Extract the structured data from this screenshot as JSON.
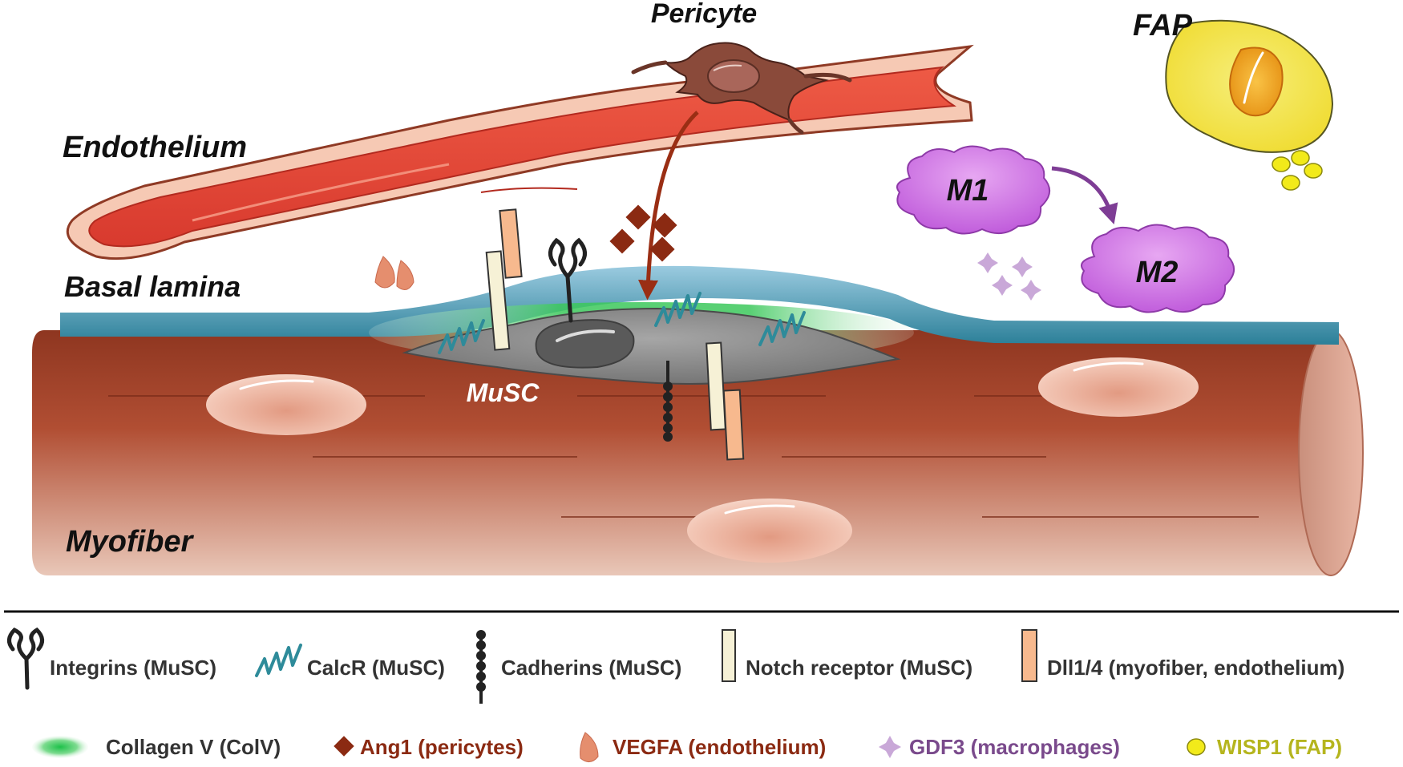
{
  "labels": {
    "pericyte": "Pericyte",
    "fap": "FAP",
    "endothelium": "Endothelium",
    "basal_lamina": "Basal lamina",
    "musc": "MuSC",
    "myofiber": "Myofiber",
    "m1": "M1",
    "m2": "M2"
  },
  "legend": {
    "row1": [
      {
        "icon": "integrin-icon",
        "text": "Integrins (MuSC)"
      },
      {
        "icon": "calcr-icon",
        "text": "CalcR (MuSC)"
      },
      {
        "icon": "cadherin-icon",
        "text": "Cadherins (MuSC)"
      },
      {
        "icon": "notch-receptor-icon",
        "text": "Notch receptor (MuSC)"
      },
      {
        "icon": "dll-icon",
        "text": "Dll1/4 (myofiber, endothelium)"
      }
    ],
    "row2": [
      {
        "icon": "collagen-v-icon",
        "text": "Collagen V (ColV)",
        "color": "#333333"
      },
      {
        "icon": "ang1-icon",
        "text": "Ang1 (pericytes)",
        "color": "#8B2A12"
      },
      {
        "icon": "vegfa-icon",
        "text": "VEGFA (endothelium)",
        "color": "#8B2A12"
      },
      {
        "icon": "gdf3-icon",
        "text": "GDF3 (macrophages)",
        "color": "#7A4A8C"
      },
      {
        "icon": "wisp1-icon",
        "text": "WISP1 (FAP)",
        "color": "#B5B51E"
      }
    ]
  },
  "colors": {
    "vessel": "#E0463A",
    "vessel_wall": "#F6C9B4",
    "basal_lamina": "#2B7F98",
    "myofiber": "#A0432A",
    "musc": "#8F8F8F",
    "macrophage": "#C966E0",
    "fap": "#F4E84A",
    "ang1": "#8B2A12",
    "notch": "#F6F1D6",
    "dll": "#F7B98E",
    "calcr": "#2E8B9A"
  }
}
